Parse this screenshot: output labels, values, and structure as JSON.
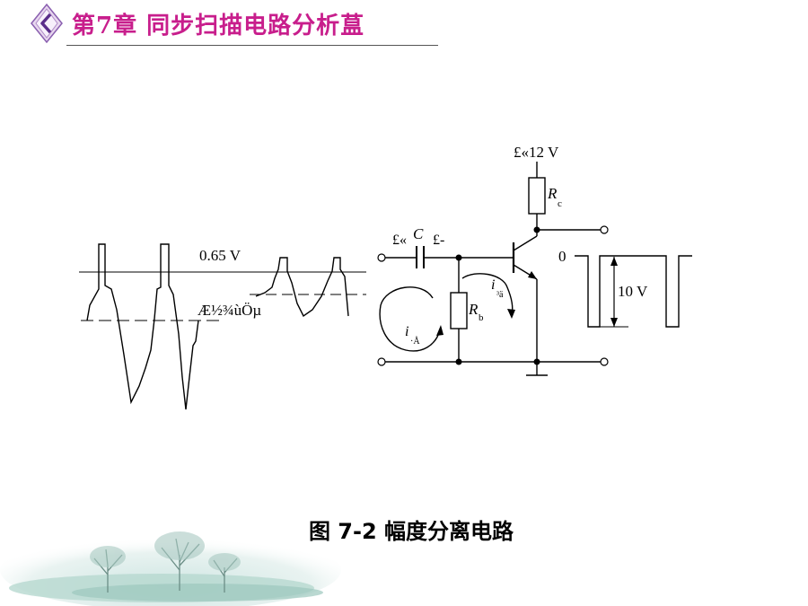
{
  "header": {
    "title": "第7章 同步扫描电路分析蒀",
    "accent_color": "#c81e8c",
    "logo_icon": "diamond-chevron-logo-icon"
  },
  "diagram": {
    "level_label": "0.65 V",
    "garbled_label": "Æ½¾ùÖµ",
    "supply_label": "£«12 V",
    "rc_label": "R",
    "rc_sub": "c",
    "cap_plus": "£«",
    "cap_label": "C",
    "cap_minus": "£-",
    "rb_label": "R",
    "rb_sub": "b",
    "i_charge": "i",
    "i_charge_sub": "³ä",
    "i_discharge": "i",
    "i_discharge_sub": "·Å",
    "zero_label": "0",
    "amp_label": "10 V"
  },
  "caption": "图 7-2 幅度分离电路"
}
